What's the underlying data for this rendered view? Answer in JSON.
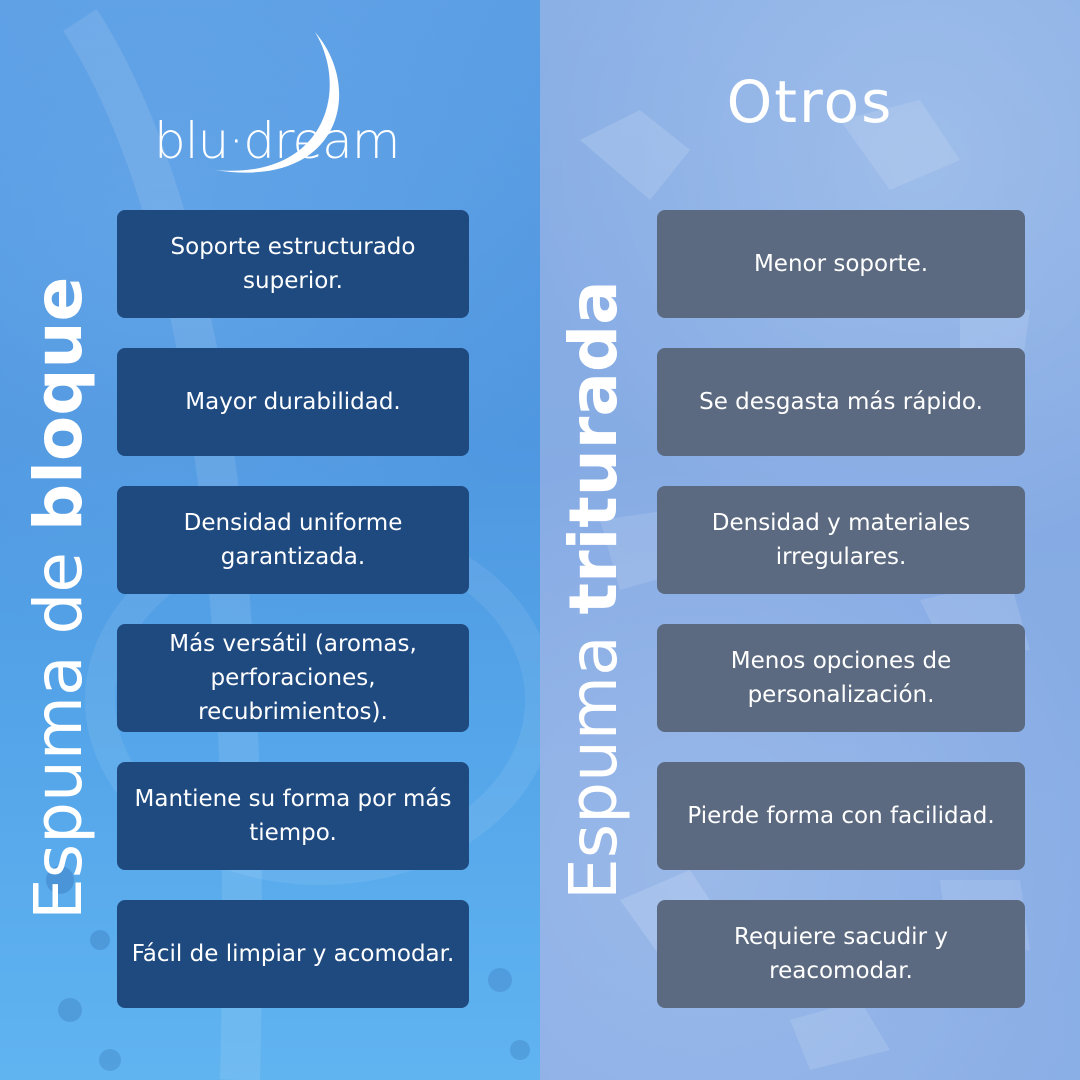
{
  "brand": {
    "logo_text": "blu·dream"
  },
  "left": {
    "heading_light": "Espuma de ",
    "heading_bold": "bloque",
    "cards": [
      "Soporte estructurado superior.",
      "Mayor durabilidad.",
      "Densidad uniforme garantizada.",
      "Más versátil (aromas, perforaciones, recubrimientos).",
      "Mantiene su forma por más tiempo.",
      "Fácil de limpiar y acomodar."
    ]
  },
  "right": {
    "title": "Otros",
    "heading_light": "Espuma ",
    "heading_bold": "triturada",
    "cards": [
      "Menor soporte.",
      "Se desgasta más rápido.",
      "Densidad y materiales irregulares.",
      "Menos opciones de personalización.",
      "Pierde forma con facilidad.",
      "Requiere sacudir y reacomodar."
    ]
  },
  "colors": {
    "left_background": "#4f97e0",
    "right_background": "#86abe4",
    "left_card": "#1f4a80",
    "right_card": "#5b6a80",
    "text": "#ffffff"
  }
}
